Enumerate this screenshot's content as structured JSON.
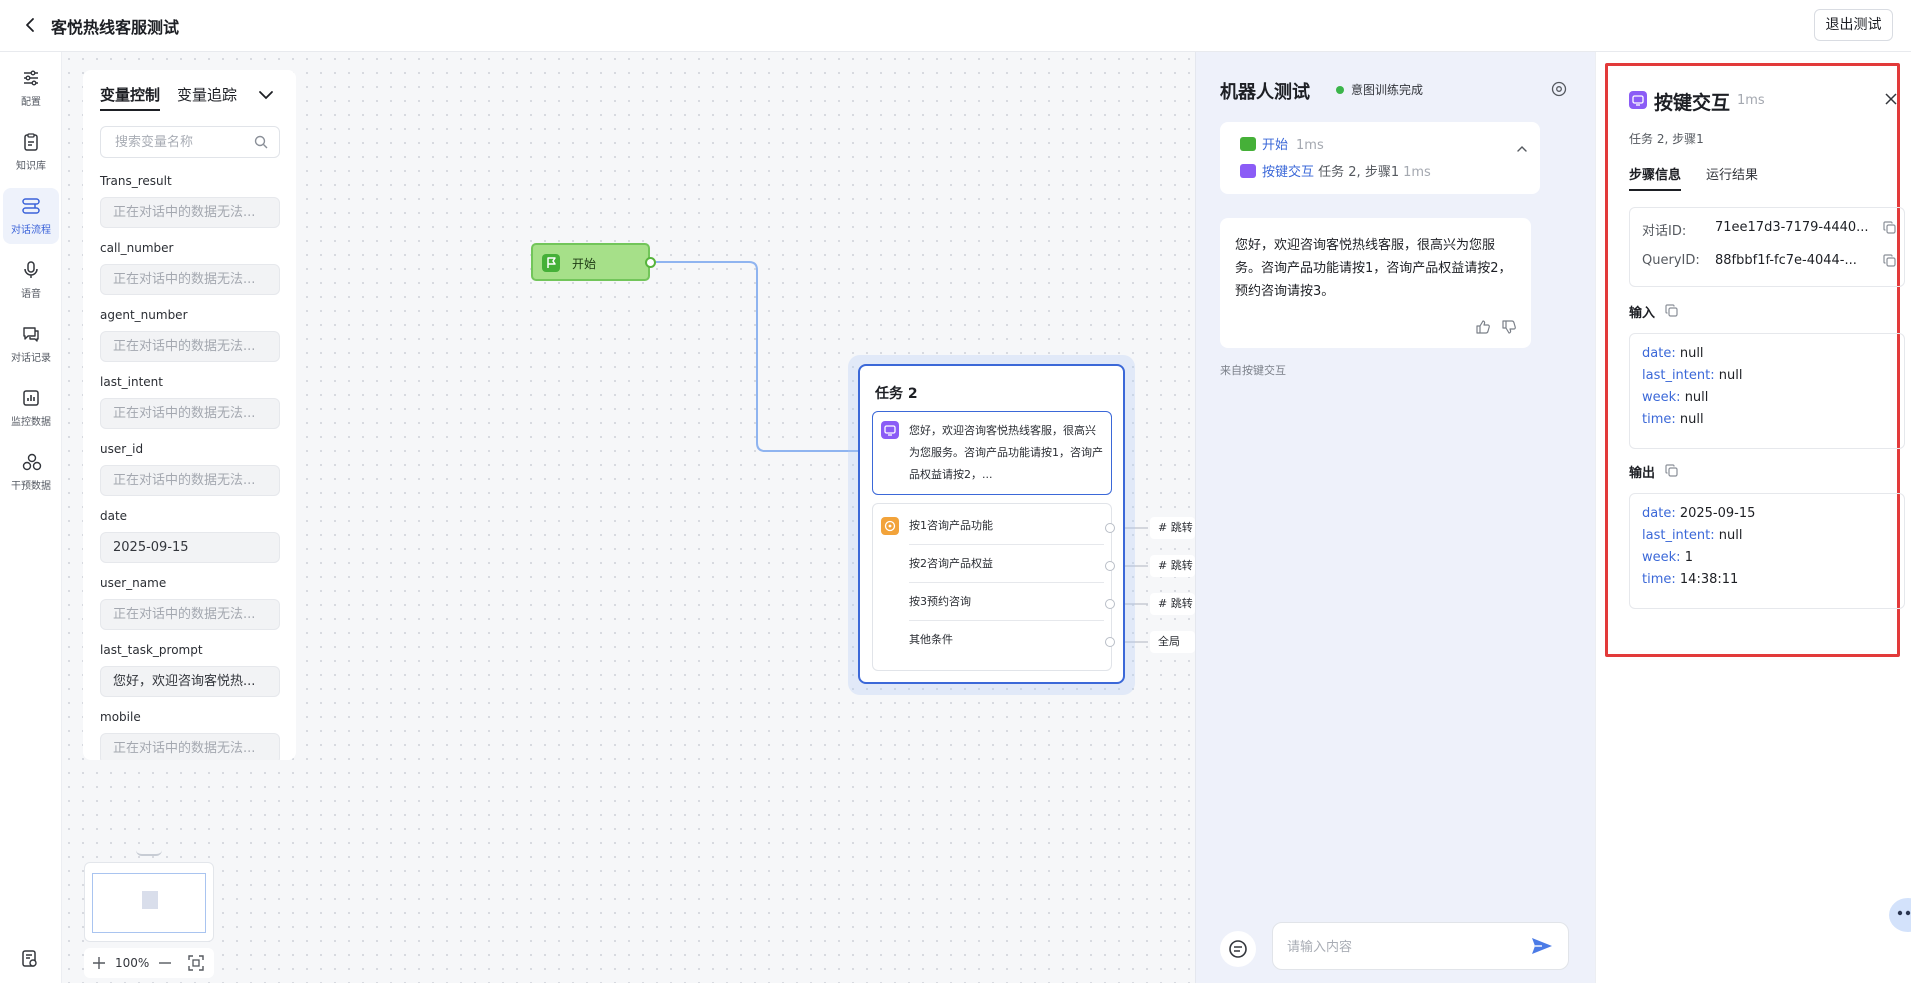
{
  "header": {
    "title": "客悦热线客服测试",
    "exit_label": "退出测试"
  },
  "sidebar": {
    "items": [
      {
        "label": "配置",
        "icon": "sliders-icon"
      },
      {
        "label": "知识库",
        "icon": "knowledge-icon"
      },
      {
        "label": "对话流程",
        "icon": "flow-icon",
        "active": true
      },
      {
        "label": "语音",
        "icon": "microphone-icon"
      },
      {
        "label": "对话记录",
        "icon": "chat-record-icon"
      },
      {
        "label": "监控数据",
        "icon": "monitor-icon"
      },
      {
        "label": "干预数据",
        "icon": "intervene-icon"
      }
    ]
  },
  "variables": {
    "tabs": {
      "control": "变量控制",
      "trace": "变量追踪"
    },
    "search_placeholder": "搜索变量名称",
    "items": [
      {
        "name": "Trans_result",
        "value": "正在对话中的数据无法...",
        "filled": false
      },
      {
        "name": "call_number",
        "value": "正在对话中的数据无法...",
        "filled": false
      },
      {
        "name": "agent_number",
        "value": "正在对话中的数据无法...",
        "filled": false
      },
      {
        "name": "last_intent",
        "value": "正在对话中的数据无法...",
        "filled": false
      },
      {
        "name": "user_id",
        "value": "正在对话中的数据无法...",
        "filled": false
      },
      {
        "name": "date",
        "value": "2025-09-15",
        "filled": true
      },
      {
        "name": "user_name",
        "value": "正在对话中的数据无法...",
        "filled": false
      },
      {
        "name": "last_task_prompt",
        "value": "您好，欢迎咨询客悦热...",
        "filled": true
      },
      {
        "name": "mobile",
        "value": "正在对话中的数据无法...",
        "filled": false
      }
    ]
  },
  "flow": {
    "start_label": "开始",
    "task": {
      "title": "任务 2",
      "message": "您好，欢迎咨询客悦热线客服，很高兴为您服务。咨询产品功能请按1，咨询产品权益请按2，...",
      "options": [
        "按1咨询产品功能",
        "按2咨询产品权益",
        "按3预约咨询",
        "其他条件"
      ],
      "targets": [
        "# 跳转",
        "# 跳转",
        "# 跳转",
        "全局"
      ]
    }
  },
  "zoom": {
    "level": "100%"
  },
  "robot": {
    "title": "机器人测试",
    "status": "意图训练完成",
    "trace": [
      {
        "name": "开始",
        "meta": "",
        "ms": "1ms"
      },
      {
        "name": "按键交互",
        "meta": "任务 2, 步骤1",
        "ms": "1ms"
      }
    ],
    "message": "您好，欢迎咨询客悦热线客服，很高兴为您服务。咨询产品功能请按1，咨询产品权益请按2，预约咨询请按3。",
    "message_source": "来自按键交互",
    "input_placeholder": "请输入内容"
  },
  "detail": {
    "title": "按键交互",
    "ms": "1ms",
    "subtitle": "任务 2, 步骤1",
    "tabs": {
      "info": "步骤信息",
      "result": "运行结果"
    },
    "ids": [
      {
        "key": "对话ID:",
        "value": "71ee17d3-7179-4440..."
      },
      {
        "key": "QueryID:",
        "value": "88fbbf1f-fc7e-4044-..."
      }
    ],
    "input_label": "输入",
    "inputs": [
      {
        "key": "date:",
        "value": "null"
      },
      {
        "key": "last_intent:",
        "value": "null"
      },
      {
        "key": "week:",
        "value": "null"
      },
      {
        "key": "time:",
        "value": "null"
      }
    ],
    "output_label": "输出",
    "outputs": [
      {
        "key": "date:",
        "value": "2025-09-15"
      },
      {
        "key": "last_intent:",
        "value": "null"
      },
      {
        "key": "week:",
        "value": "1"
      },
      {
        "key": "time:",
        "value": "14:38:11"
      }
    ]
  },
  "colors": {
    "accent": "#3b68d8",
    "start_node": "#a6e089",
    "success": "#3bb54a",
    "highlight_frame": "#e23a3a",
    "bot_purple": "#8b5cf6"
  }
}
